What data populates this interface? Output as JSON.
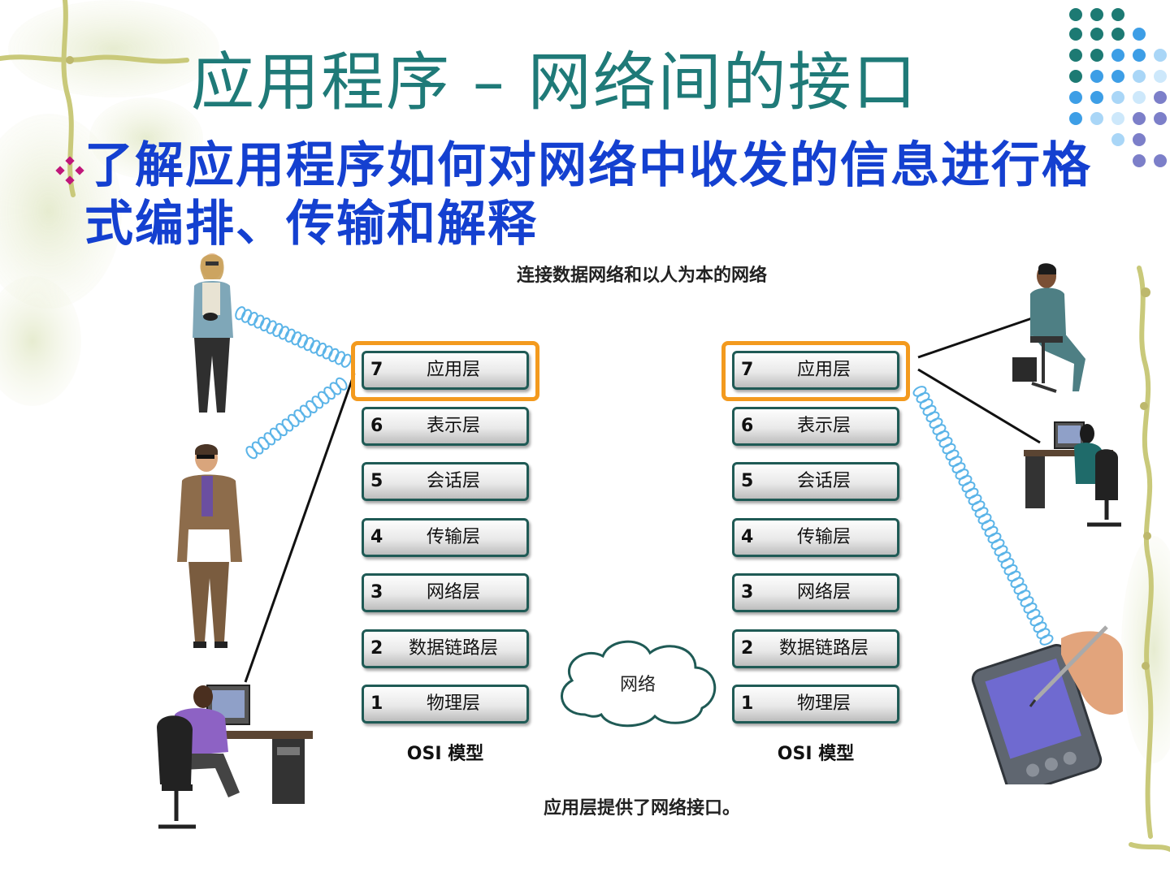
{
  "title": "应用程序 – 网络间的接口",
  "bullet": "了解应用程序如何对网络中收发的信息进行格式编排、传输和解释",
  "diagram": {
    "top_caption": "连接数据网络和以人为本的网络",
    "bottom_caption": "应用层提供了网络接口。",
    "cloud_label": "网络",
    "left_model": {
      "label": "OSI 模型",
      "layers": [
        {
          "num": "7",
          "name": "应用层"
        },
        {
          "num": "6",
          "name": "表示层"
        },
        {
          "num": "5",
          "name": "会话层"
        },
        {
          "num": "4",
          "name": "传输层"
        },
        {
          "num": "3",
          "name": "网络层"
        },
        {
          "num": "2",
          "name": "数据链路层"
        },
        {
          "num": "1",
          "name": "物理层"
        }
      ]
    },
    "right_model": {
      "label": "OSI 模型",
      "layers": [
        {
          "num": "7",
          "name": "应用层"
        },
        {
          "num": "6",
          "name": "表示层"
        },
        {
          "num": "5",
          "name": "会话层"
        },
        {
          "num": "4",
          "name": "传输层"
        },
        {
          "num": "3",
          "name": "网络层"
        },
        {
          "num": "2",
          "name": "数据链路层"
        },
        {
          "num": "1",
          "name": "物理层"
        }
      ]
    },
    "highlighted_layer": "7"
  },
  "colors": {
    "title": "#1f7a78",
    "bullet_text": "#1440d0",
    "bullet_mark": "#c0177a",
    "highlight": "#f39a1e",
    "layer_border": "#1f5a55"
  },
  "icons": [
    "vine-decoration",
    "dot-grid-decoration",
    "bullet-diamond-icon",
    "woman-phone-figure",
    "man-phone-figure",
    "man-computer-figure",
    "woman-seated-figure",
    "woman-computer-figure",
    "pda-hand-figure",
    "network-cloud"
  ]
}
